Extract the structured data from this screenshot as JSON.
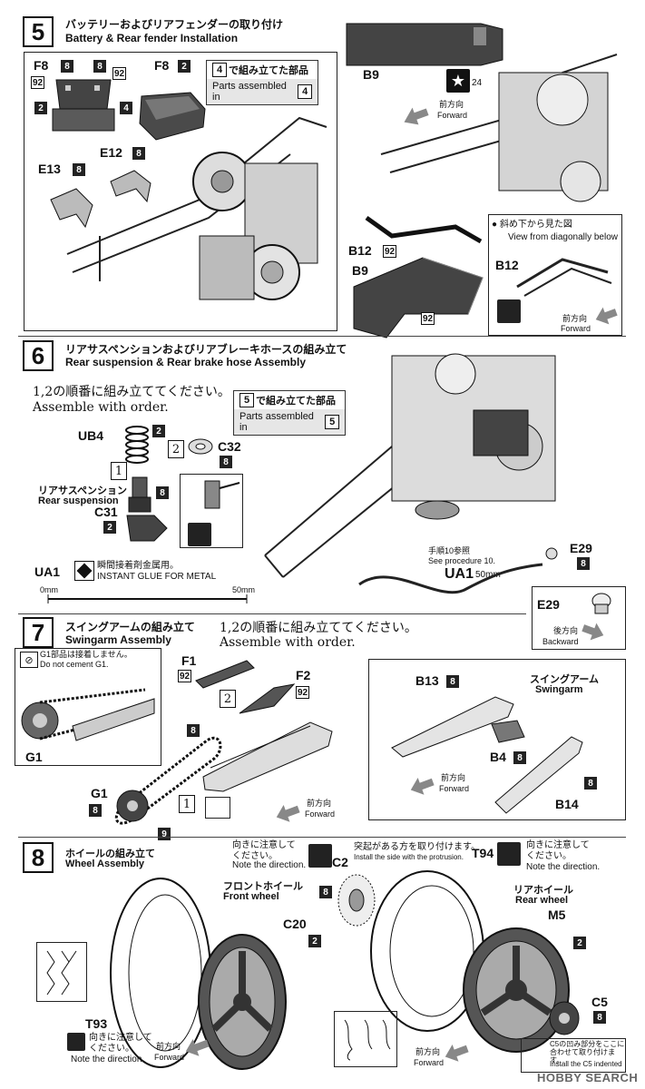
{
  "step5": {
    "num": "5",
    "title_jp": "バッテリーおよびリアフェンダーの取り付け",
    "title_en": "Battery & Rear fender Installation",
    "parts_ref_num": "4",
    "parts_ref_jp": "で組み立てた部品",
    "parts_ref_en": "Parts assembled in",
    "labels": {
      "f8_left": "F8",
      "f8_mid": "F8",
      "e12": "E12",
      "e13": "E13",
      "b9_top": "B9",
      "b12": "B12",
      "b9_bottom": "B9",
      "b12_inset": "B12"
    },
    "badges": {
      "b8": "8",
      "b92": "92",
      "b2": "2",
      "b4": "4",
      "b24": "24"
    },
    "forward_jp": "前方向",
    "forward_en": "Forward",
    "view_jp": "● 斜め下から見た図",
    "view_en": "View from diagonally below"
  },
  "step6": {
    "num": "6",
    "title_jp": "リアサスペンションおよびリアブレーキホースの組み立て",
    "title_en": "Rear suspension & Rear brake hose Assembly",
    "order_jp": "1,2の順番に組み立ててください。",
    "order_en": "Assemble with order.",
    "parts_ref_num": "5",
    "parts_ref_jp": "で組み立てた部品",
    "parts_ref_en": "Parts assembled in",
    "labels": {
      "ub4": "UB4",
      "c32": "C32",
      "c31": "C31",
      "ua1": "UA1",
      "ua1_b": "UA1",
      "e29": "E29",
      "e29_b": "E29"
    },
    "susp_jp": "リアサスペンション",
    "susp_en": "Rear suspension",
    "glue_jp": "瞬間接着剤金属用。",
    "glue_en": "INSTANT GLUE  FOR METAL",
    "scale_start": "0mm",
    "scale_end": "50mm",
    "ref_jp": "手順10参照",
    "ref_en": "See procedure 10.",
    "ua1_len": "50mm",
    "backward_jp": "後方向",
    "backward_en": "Backward",
    "circ1": "1",
    "circ2": "2"
  },
  "step7": {
    "num": "7",
    "title_jp": "スイングアームの組み立て",
    "title_en": "Swingarm Assembly",
    "order_jp": "1,2の順番に組み立ててください。",
    "order_en": "Assemble with order.",
    "g1_note_jp": "G1部品は接着しません。",
    "g1_note_en": "Do not cement G1.",
    "labels": {
      "g1": "G1",
      "g1_b": "G1",
      "f1": "F1",
      "f2": "F2",
      "b13": "B13",
      "b4": "B4",
      "b14": "B14"
    },
    "swing_jp": "スイングアーム",
    "swing_en": "Swingarm",
    "forward_jp": "前方向",
    "forward_en": "Forward",
    "num1": "1",
    "num2": "2",
    "badge9": "9"
  },
  "step8": {
    "num": "8",
    "title_jp": "ホイールの組み立て",
    "title_en": "Wheel Assembly",
    "dir_jp": "向きに注意して\nください。",
    "dir_en": "Note the direction.",
    "protrusion_jp": "突起がある方を取り付けます。",
    "protrusion_en": "Install the side with the protrusion.",
    "front_jp": "フロントホイール",
    "front_en": "Front wheel",
    "rear_jp": "リアホイール",
    "rear_en": "Rear wheel",
    "labels": {
      "c2": "C2",
      "c20": "C20",
      "t93": "T93",
      "t94": "T94",
      "m5": "M5",
      "c5": "C5"
    },
    "forward_jp": "前方向",
    "forward_en": "Forward",
    "c5_note_jp": "C5の凹み部分をここに合わせて取り付けます。",
    "c5_note_en": "Install the C5 indented"
  },
  "watermark": "HOBBY SEARCH"
}
